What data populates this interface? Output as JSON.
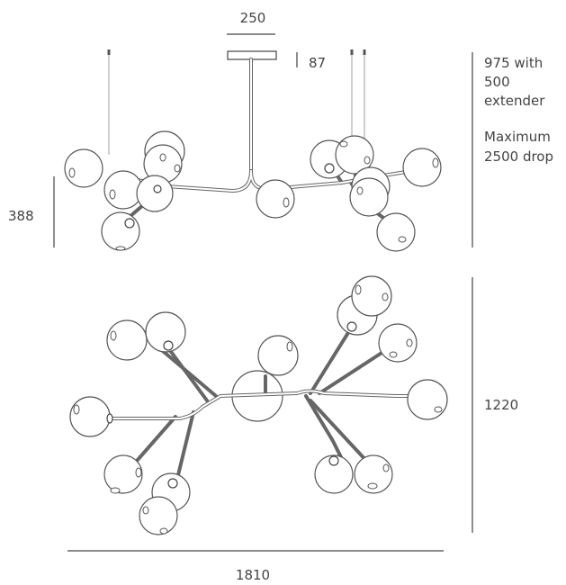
{
  "dimensions": {
    "canopy_width": "250",
    "canopy_height": "87",
    "side_height": "388",
    "total_height_line1": "975 with",
    "total_height_line2": "500",
    "total_height_line3": "extender",
    "drop_line1": "Maximum",
    "drop_line2": "2500 drop",
    "plan_depth": "1220",
    "plan_width": "1810"
  }
}
